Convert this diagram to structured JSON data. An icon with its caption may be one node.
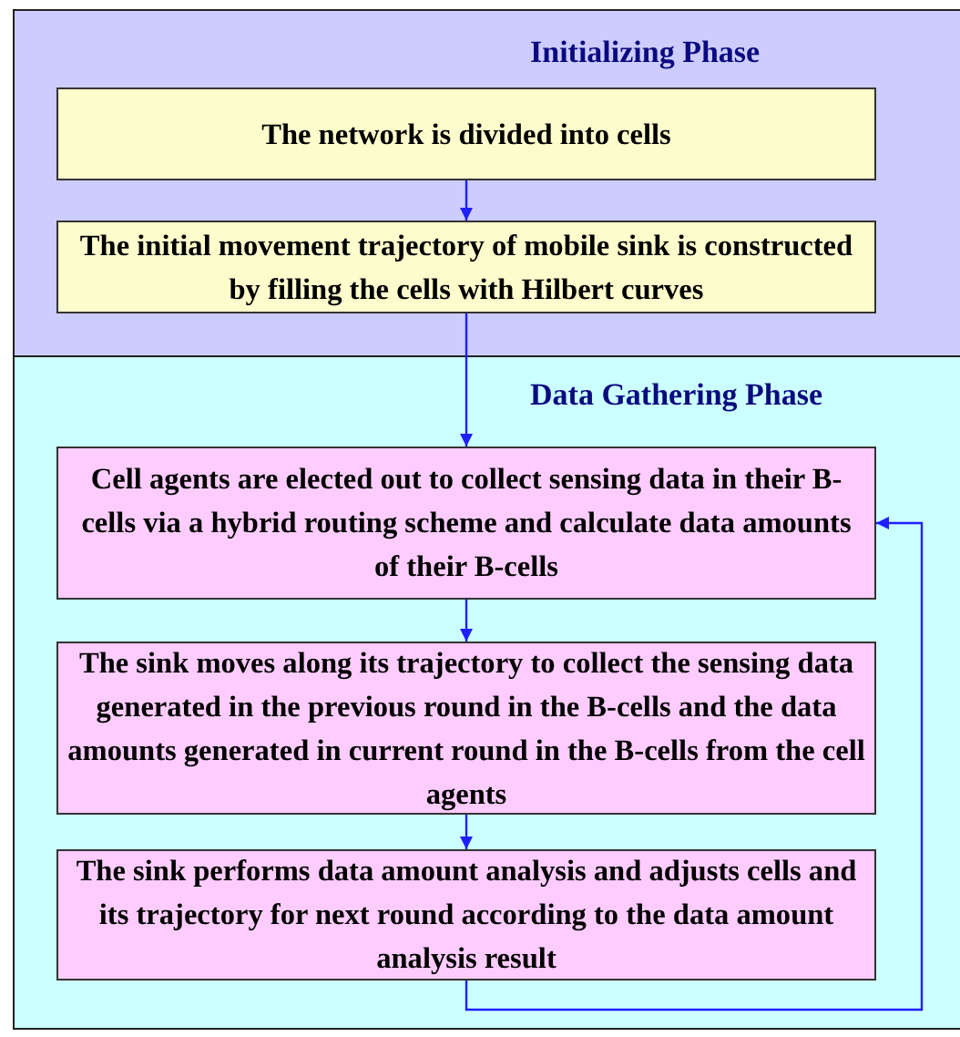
{
  "diagram": {
    "nodes": [
      {
        "text": [
          "Initializing Phase"
        ]
      },
      {
        "text": [
          "The network is divided into cells"
        ],
        "in": 0
      },
      {
        "text": [
          "The initial movement trajectory of mobile sink is constructed by filling the cells with Hilbert curves"
        ],
        "in": 0
      },
      {
        "text": [
          "Data Gathering Phase"
        ]
      },
      {
        "text": [
          "Cell agents are elected out to collect sensing data  in their B-cells via a hybrid routing scheme and calculate data amounts of their B-cells"
        ],
        "in": 3
      },
      {
        "text": [
          "The sink moves along its trajectory to collect the sensing data generated in the previous round in the B-cells  and the data amounts generated in current round in the B-cells from the cell agents"
        ],
        "in": 3
      },
      {
        "text": [
          "The sink performs data amount analysis and adjusts cells and its trajectory for next round according to the data amount analysis result"
        ],
        "in": 3
      }
    ],
    "edges": [
      {
        "from": 1,
        "to": 2,
        "arrow": "to"
      },
      {
        "from": 2,
        "to": 4,
        "arrow": "to"
      },
      {
        "from": 4,
        "to": 5,
        "arrow": "to"
      },
      {
        "from": 5,
        "to": 6,
        "arrow": "to"
      },
      {
        "from": 6,
        "to": 4,
        "arrow": "to"
      }
    ]
  }
}
